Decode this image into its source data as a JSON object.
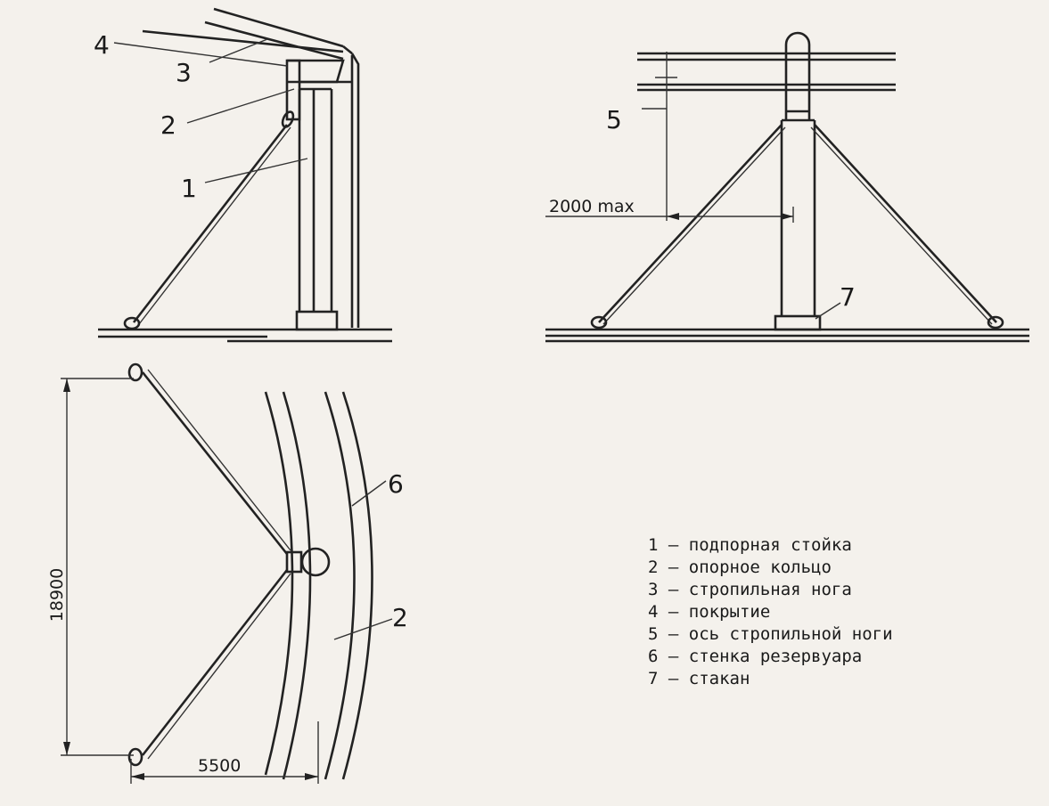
{
  "labels": {
    "l1": "1",
    "l2": "2",
    "l3": "3",
    "l4": "4",
    "l5": "5",
    "l6": "6",
    "l7": "7",
    "l2b": "2"
  },
  "dimensions": {
    "d2000": "2000 max",
    "d18900": "18900",
    "d5500": "5500"
  },
  "legend": [
    {
      "num": "1",
      "text": "подпорная стойка"
    },
    {
      "num": "2",
      "text": "опорное кольцо"
    },
    {
      "num": "3",
      "text": "стропильная нога"
    },
    {
      "num": "4",
      "text": "покрытие"
    },
    {
      "num": "5",
      "text": "ось стропильной ноги"
    },
    {
      "num": "6",
      "text": "стенка резервуара"
    },
    {
      "num": "7",
      "text": "стакан"
    }
  ],
  "colors": {
    "ink": "#222222",
    "paper": "#f4f1ec"
  }
}
